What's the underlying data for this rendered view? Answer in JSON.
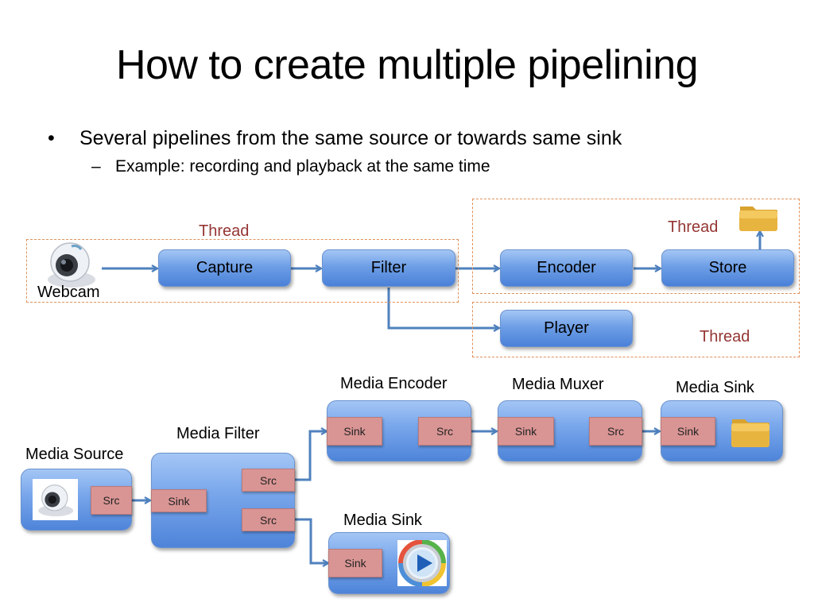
{
  "slide": {
    "title": "How to create multiple pipelining",
    "bullets": [
      {
        "marker": "•",
        "text": "Several pipelines from the same source or towards same sink"
      },
      {
        "marker": "–",
        "text": "Example: recording and playback at the  same time"
      }
    ]
  },
  "top_diagram": {
    "threads": [
      "Thread",
      "Thread",
      "Thread"
    ],
    "webcam_label": "Webcam",
    "stages": {
      "capture": "Capture",
      "filter": "Filter",
      "encoder": "Encoder",
      "store": "Store",
      "player": "Player"
    }
  },
  "bottom_diagram": {
    "media_source": {
      "title": "Media Source",
      "ports": [
        "Src"
      ]
    },
    "media_filter": {
      "title": "Media Filter",
      "ports": [
        "Sink",
        "Src",
        "Src"
      ]
    },
    "media_encoder": {
      "title": "Media Encoder",
      "ports": [
        "Sink",
        "Src"
      ]
    },
    "media_muxer": {
      "title": "Media Muxer",
      "ports": [
        "Sink",
        "Src"
      ]
    },
    "media_sink_file": {
      "title": "Media Sink",
      "ports": [
        "Sink"
      ]
    },
    "media_sink_player": {
      "title": "Media Sink",
      "ports": [
        "Sink"
      ]
    }
  },
  "colors": {
    "node_blue": "#6e9fe6",
    "port_pink": "#d99594",
    "thread_text": "#943634",
    "thread_border": "#e0915a",
    "arrow": "#4f81bd"
  }
}
